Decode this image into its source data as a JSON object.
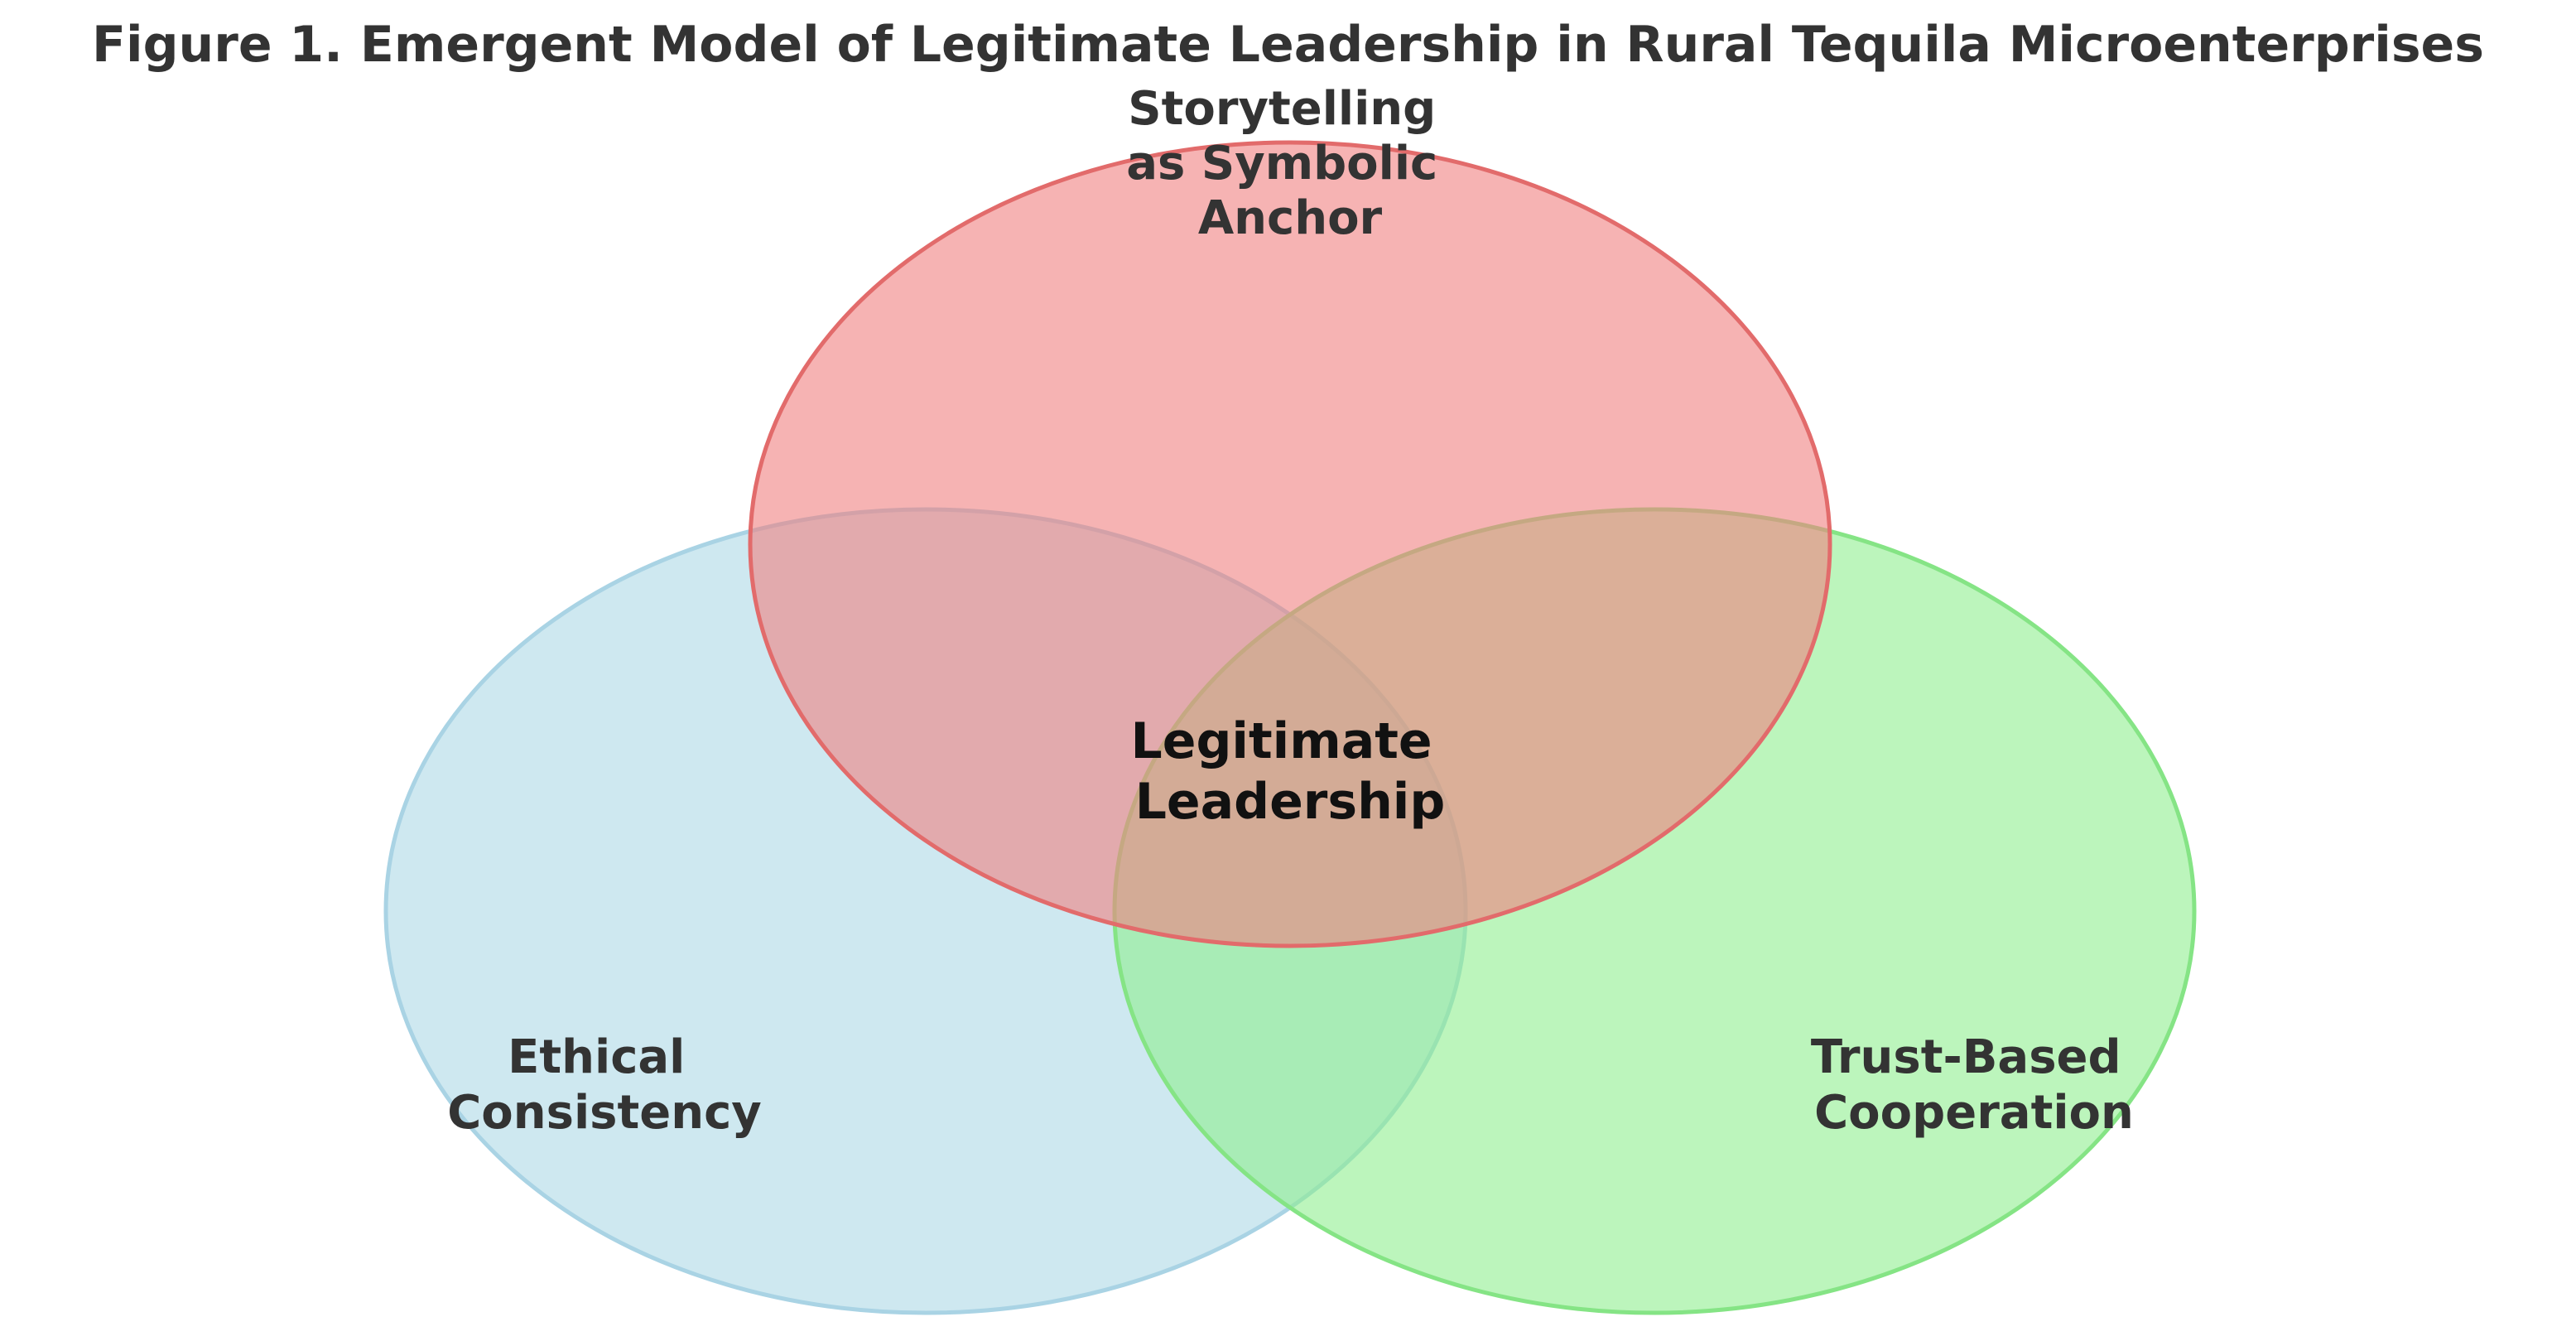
{
  "title": "Figure 1. Emergent Model of Legitimate Leadership in Rural Tequila Microenterprises",
  "sets": {
    "top": {
      "lines": [
        "Storytelling",
        "as Symbolic",
        "Anchor"
      ],
      "fill": "#f08080",
      "stroke": "#e26b6b"
    },
    "left": {
      "lines": [
        "Ethical",
        "Consistency"
      ],
      "fill": "#add8e6",
      "stroke": "#a9d3e4"
    },
    "right": {
      "lines": [
        "Trust-Based",
        "Cooperation"
      ],
      "fill": "#90ee90",
      "stroke": "#85e485"
    }
  },
  "center": {
    "lines": [
      "Legitimate",
      "Leadership"
    ]
  }
}
